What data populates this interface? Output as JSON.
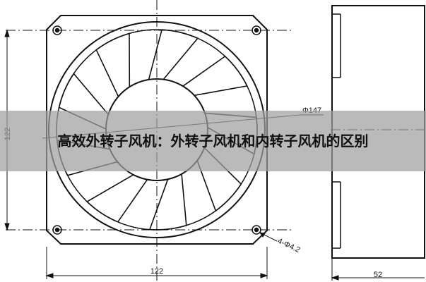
{
  "title": "高效外转子风机：外转子风机和内转子风机的区别",
  "dimensions": {
    "width_front": "122",
    "height_front": "122",
    "diameter_ring": "Φ147",
    "holes": "4-Φ4.2",
    "depth_side": "52"
  },
  "colors": {
    "line": "#111111",
    "banner": "#a0a0a0"
  }
}
